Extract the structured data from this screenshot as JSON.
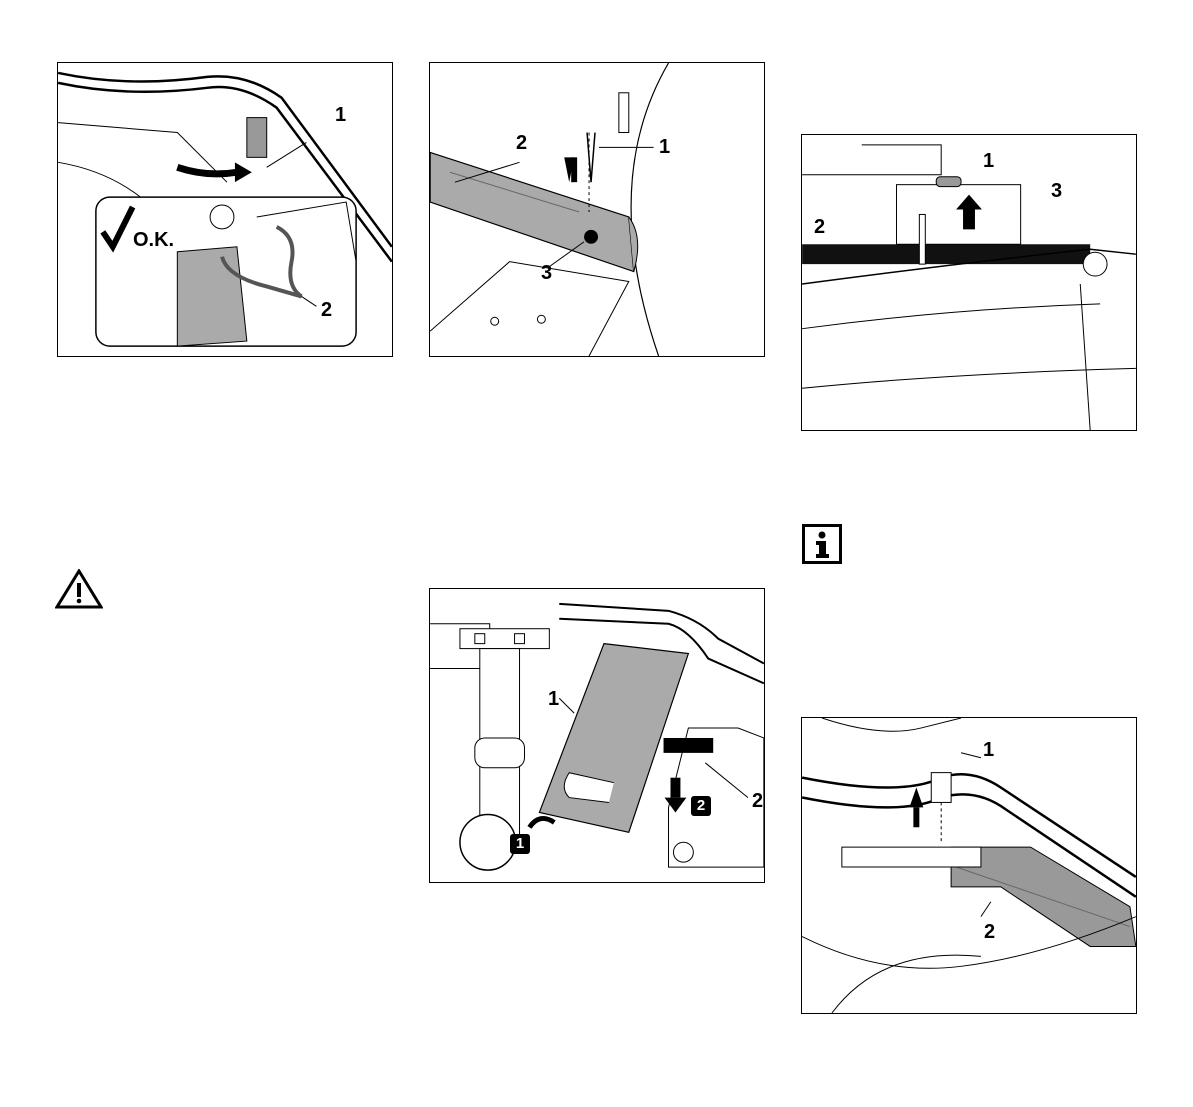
{
  "figures": {
    "fig1": {
      "labels": [
        "1",
        "2"
      ],
      "check_text": "O.K."
    },
    "fig2": {
      "labels": [
        "1",
        "2",
        "3"
      ]
    },
    "fig3": {
      "labels": [
        "1",
        "2",
        "3"
      ]
    },
    "fig4": {
      "labels": [
        "1",
        "2"
      ],
      "step_labels": [
        "1",
        "2"
      ]
    },
    "fig5": {
      "labels": [
        "1",
        "2"
      ]
    }
  },
  "icons": {
    "warning": "warning-triangle-icon",
    "info": "info-icon"
  }
}
